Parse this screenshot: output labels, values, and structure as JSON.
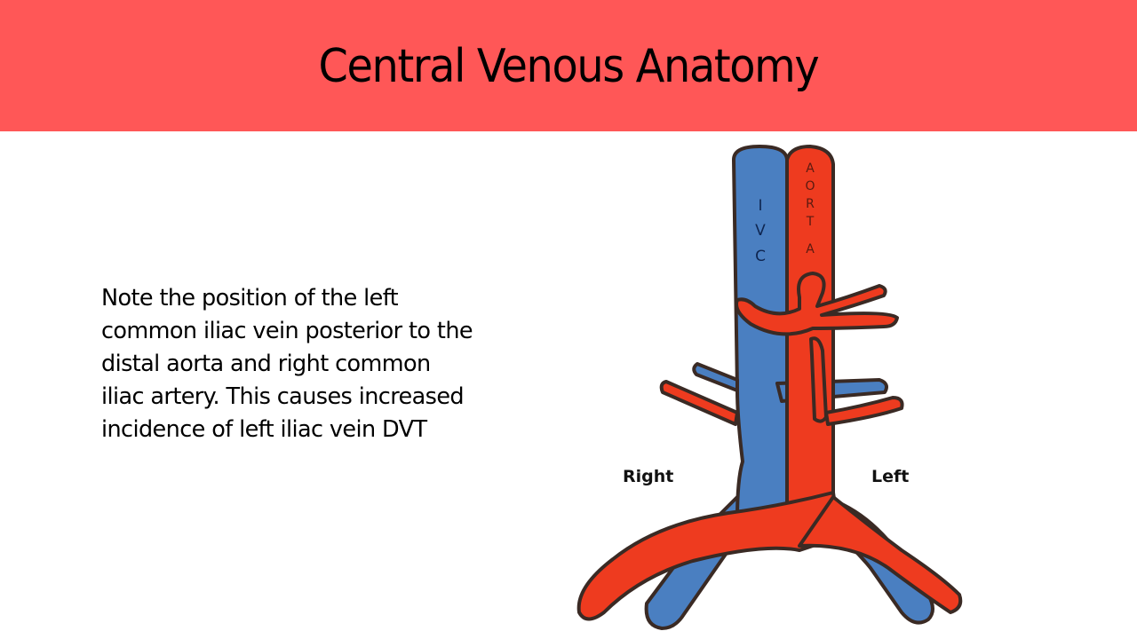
{
  "slide": {
    "title": "Central Venous Anatomy",
    "body": "Note the position of the left common iliac vein posterior to the distal aorta and right common iliac artery. This causes increased incidence of left iliac vein DVT",
    "header_color": "#ff5757"
  },
  "diagram": {
    "ivc_label": [
      "I",
      "V",
      "C"
    ],
    "aorta_label": [
      "A",
      "O",
      "R",
      "T",
      "A"
    ],
    "side_labels": {
      "right": "Right",
      "left": "Left"
    },
    "colors": {
      "vein": "#4a7fc1",
      "artery": "#ee3b1f",
      "outline": "#3a2a24"
    }
  }
}
